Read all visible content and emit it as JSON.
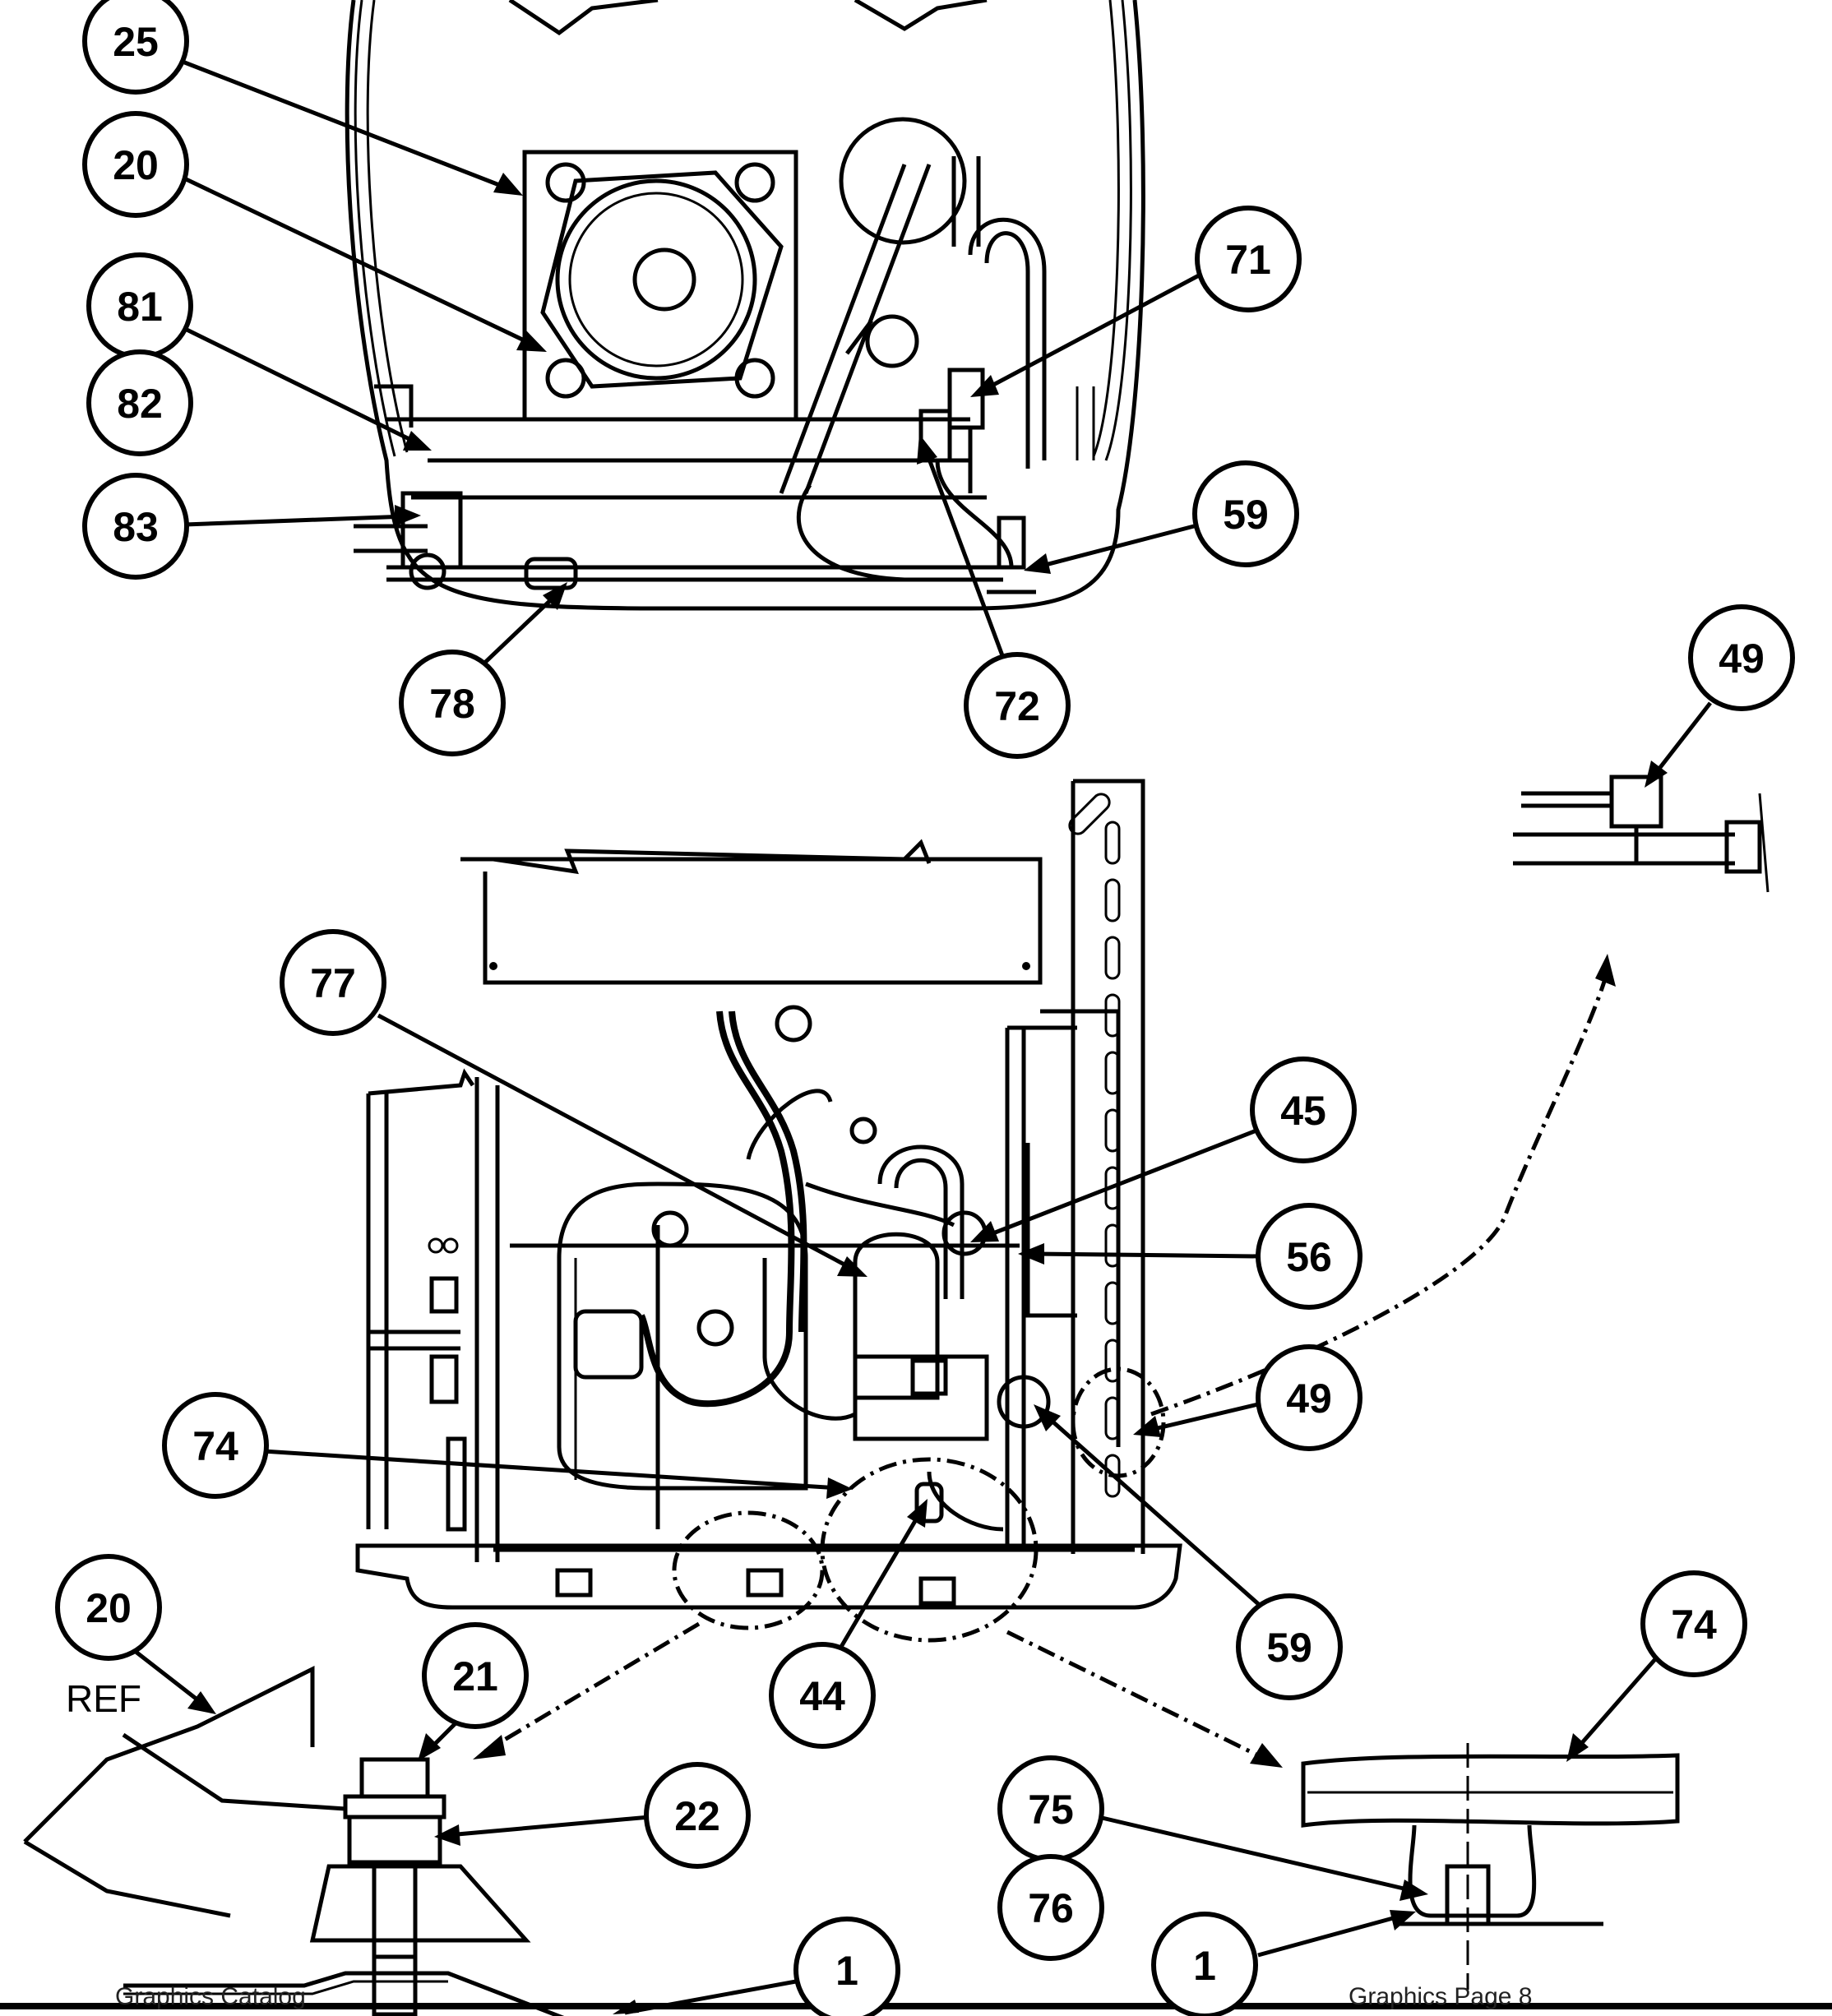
{
  "callouts": [
    {
      "id": "c25",
      "label": "25"
    },
    {
      "id": "c20a",
      "label": "20"
    },
    {
      "id": "c81",
      "label": "81"
    },
    {
      "id": "c82",
      "label": "82"
    },
    {
      "id": "c83",
      "label": "83"
    },
    {
      "id": "c78",
      "label": "78"
    },
    {
      "id": "c71",
      "label": "71"
    },
    {
      "id": "c59a",
      "label": "59"
    },
    {
      "id": "c72",
      "label": "72"
    },
    {
      "id": "c49a",
      "label": "49"
    },
    {
      "id": "c77",
      "label": "77"
    },
    {
      "id": "c45",
      "label": "45"
    },
    {
      "id": "c56",
      "label": "56"
    },
    {
      "id": "c49b",
      "label": "49"
    },
    {
      "id": "c74a",
      "label": "74"
    },
    {
      "id": "c59b",
      "label": "59"
    },
    {
      "id": "c44",
      "label": "44"
    },
    {
      "id": "c20b",
      "label": "20"
    },
    {
      "id": "c21",
      "label": "21"
    },
    {
      "id": "c22",
      "label": "22"
    },
    {
      "id": "c1a",
      "label": "1"
    },
    {
      "id": "c74b",
      "label": "74"
    },
    {
      "id": "c75",
      "label": "75"
    },
    {
      "id": "c76",
      "label": "76"
    },
    {
      "id": "c1b",
      "label": "1"
    }
  ],
  "ref_label": "REF",
  "footer": {
    "left": "Graphics Catalog",
    "right": "Graphics Page 8"
  },
  "colors": {
    "ink": "#000000",
    "paper": "#ffffff"
  }
}
